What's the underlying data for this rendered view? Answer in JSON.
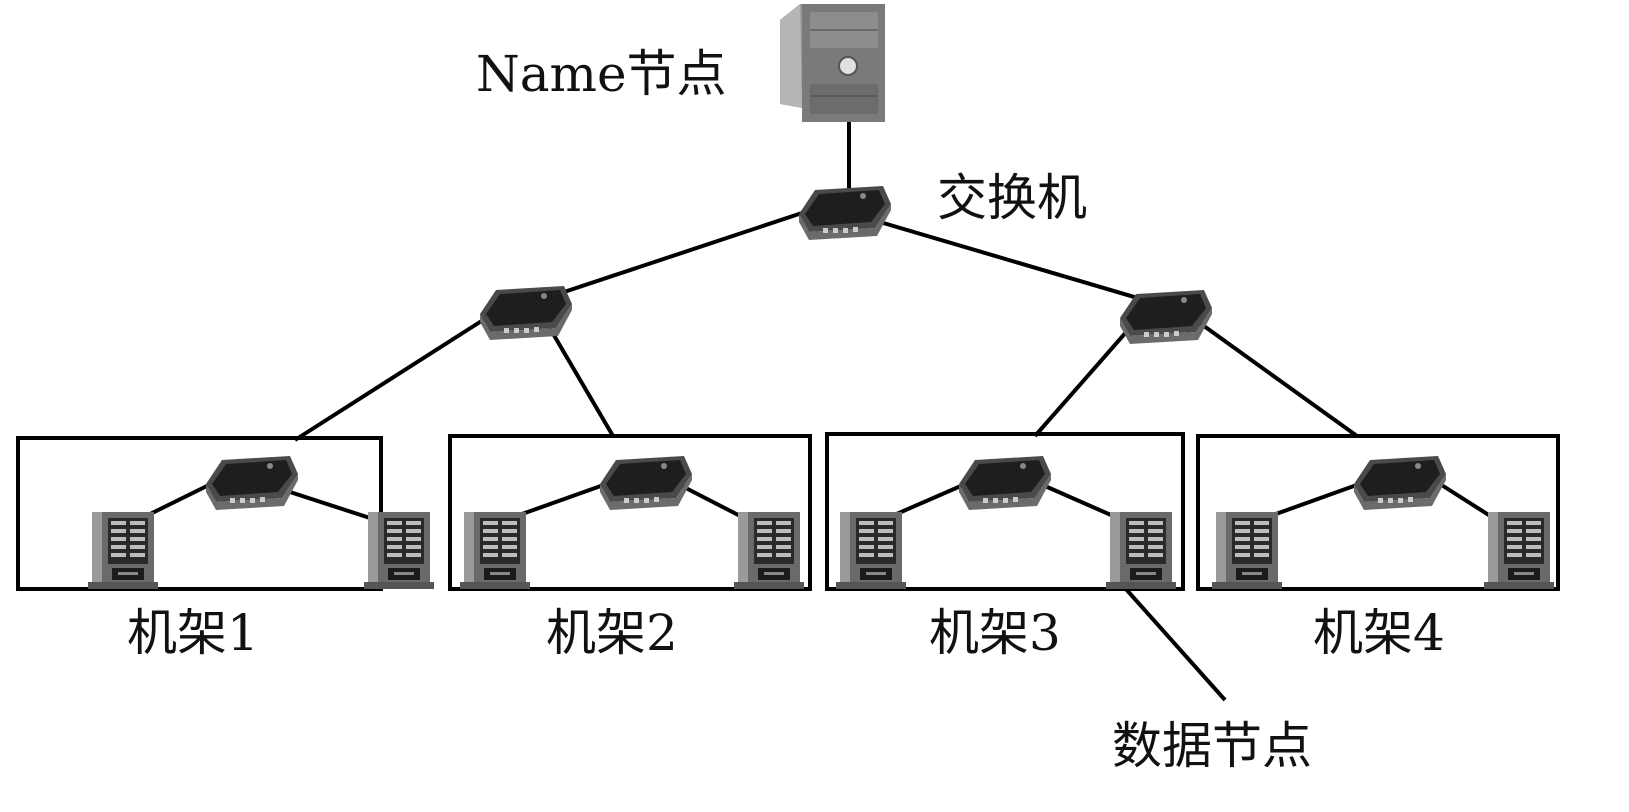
{
  "labels": {
    "name_node": "Name节点",
    "switch": "交换机",
    "data_node": "数据节点"
  },
  "racks": [
    {
      "label": "机架1"
    },
    {
      "label": "机架2"
    },
    {
      "label": "机架3"
    },
    {
      "label": "机架4"
    }
  ],
  "colors": {
    "line": "#000000",
    "device_dark": "#2a2a2a",
    "device_mid": "#777777",
    "background": "#ffffff"
  },
  "icons": {
    "name_node": "server-tower-icon",
    "switch": "network-switch-icon",
    "data_node": "storage-server-icon"
  }
}
